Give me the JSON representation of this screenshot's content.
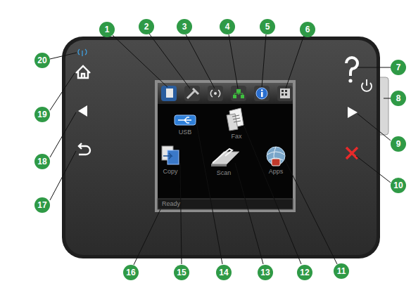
{
  "diagram": {
    "nodes": [
      {
        "text": [
          "1"
        ]
      },
      {
        "text": [
          "2"
        ]
      },
      {
        "text": [
          "3"
        ]
      },
      {
        "text": [
          "4"
        ]
      },
      {
        "text": [
          "5"
        ]
      },
      {
        "text": [
          "6"
        ]
      },
      {
        "text": [
          "7"
        ]
      },
      {
        "text": [
          "8"
        ]
      },
      {
        "text": [
          "9"
        ]
      },
      {
        "text": [
          "10"
        ]
      },
      {
        "text": [
          "11"
        ]
      },
      {
        "text": [
          "12"
        ]
      },
      {
        "text": [
          "13"
        ]
      },
      {
        "text": [
          "14"
        ]
      },
      {
        "text": [
          "15"
        ]
      },
      {
        "text": [
          "16"
        ]
      },
      {
        "text": [
          "17"
        ]
      },
      {
        "text": [
          "18"
        ]
      },
      {
        "text": [
          "19"
        ]
      },
      {
        "text": [
          "20"
        ]
      }
    ],
    "labels": [
      "USB",
      "Fax",
      "Copy",
      "Scan",
      "Apps",
      "Ready"
    ]
  }
}
